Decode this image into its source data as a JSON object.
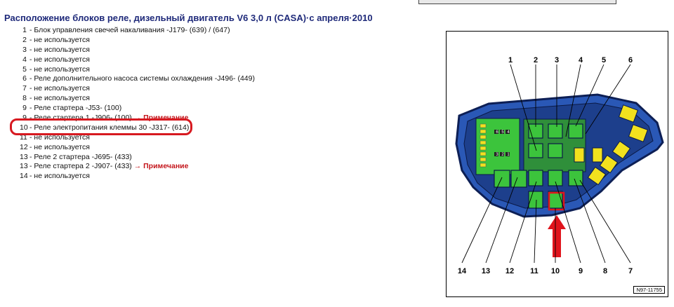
{
  "title": "Расположение блоков реле, дизельный двигатель V6 3,0 л (CASA)·с апреля·2010",
  "items": [
    {
      "num": "1",
      "text": "- Блок управления свечей накаливания -J179- (639) / (647)",
      "note": ""
    },
    {
      "num": "2",
      "text": "- не используется",
      "note": ""
    },
    {
      "num": "3",
      "text": "- не используется",
      "note": ""
    },
    {
      "num": "4",
      "text": "- не используется",
      "note": ""
    },
    {
      "num": "5",
      "text": "- не используется",
      "note": ""
    },
    {
      "num": "6",
      "text": "- Реле дополнительного насоса системы охлаждения -J496- (449)",
      "note": ""
    },
    {
      "num": "7",
      "text": "- не используется",
      "note": ""
    },
    {
      "num": "8",
      "text": "- не используется",
      "note": ""
    },
    {
      "num": "9",
      "text": "- Реле стартера -J53- (100)",
      "note": ""
    },
    {
      "num": "9",
      "text": "- Реле стартера 1 -J906- (100)",
      "note": "→ Примечание"
    },
    {
      "num": "10",
      "text": "- Реле электропитания клеммы 30 -J317- (614)",
      "note": ""
    },
    {
      "num": "11",
      "text": "- не используется",
      "note": ""
    },
    {
      "num": "12",
      "text": "- не используется",
      "note": ""
    },
    {
      "num": "13",
      "text": "- Реле 2 стартера -J695- (433)",
      "note": ""
    },
    {
      "num": "13",
      "text": "- Реле стартера 2 -J907- (433)",
      "note": "→ Примечание"
    },
    {
      "num": "14",
      "text": "- не используется",
      "note": ""
    }
  ],
  "figure": {
    "code": "N97-11755",
    "top_labels": [
      "1",
      "2",
      "3",
      "4",
      "5",
      "6"
    ],
    "bottom_labels": [
      "14",
      "13",
      "12",
      "11",
      "10",
      "9",
      "8",
      "7"
    ],
    "fuse_numbers": [
      "6",
      "5",
      "4",
      "3",
      "2",
      "1"
    ],
    "colors": {
      "housing": "#1e4fa8",
      "relay": "#3cc43c",
      "fuse": "#f2e11e",
      "pointer": "#e0141c"
    }
  }
}
